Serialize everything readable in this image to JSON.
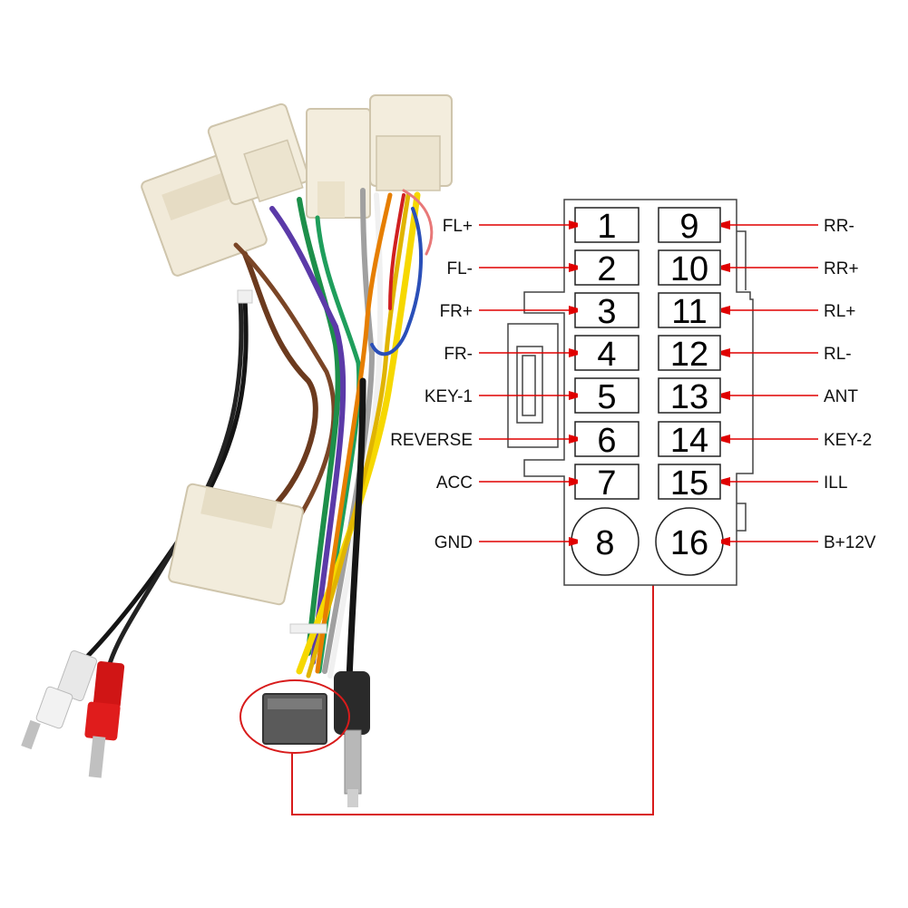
{
  "diagram": {
    "pins_left": [
      {
        "number": "1",
        "signal": "FL+"
      },
      {
        "number": "2",
        "signal": "FL-"
      },
      {
        "number": "3",
        "signal": "FR+"
      },
      {
        "number": "4",
        "signal": "FR-"
      },
      {
        "number": "5",
        "signal": "KEY-1"
      },
      {
        "number": "6",
        "signal": "REVERSE"
      },
      {
        "number": "7",
        "signal": "ACC"
      },
      {
        "number": "8",
        "signal": "GND"
      }
    ],
    "pins_right": [
      {
        "number": "9",
        "signal": "RR-"
      },
      {
        "number": "10",
        "signal": "RR+"
      },
      {
        "number": "11",
        "signal": "RL+"
      },
      {
        "number": "12",
        "signal": "RL-"
      },
      {
        "number": "13",
        "signal": "ANT"
      },
      {
        "number": "14",
        "signal": "KEY-2"
      },
      {
        "number": "15",
        "signal": "ILL"
      },
      {
        "number": "16",
        "signal": "B+12V"
      }
    ],
    "colors": {
      "arrow": "#e00000",
      "highlight": "#d81b1b",
      "connector_outline": "#444444",
      "wire_colors": [
        "#6b3a1e",
        "#1d8f4a",
        "#e0b400",
        "#f6d800",
        "#e67e00",
        "#5b3aa8",
        "#d02020",
        "#f0f0f0",
        "#909090",
        "#111111",
        "#2a4fb8"
      ]
    }
  }
}
